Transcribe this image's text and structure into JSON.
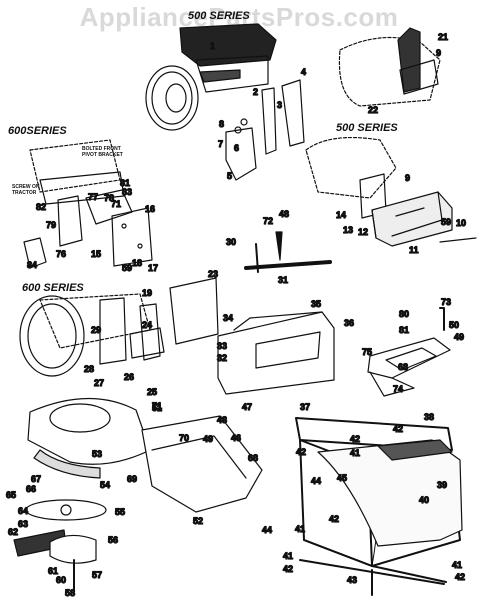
{
  "watermark": "AppliancePartsPros.com",
  "series_labels": {
    "top": "500 SERIES",
    "right": "500 SERIES",
    "left_upper": "600SERIES",
    "left_lower": "600 SERIES"
  },
  "notes": {
    "bolted_front": "BOLTED FRONT PIVOT BRACKET",
    "screw_on_tractor": "SCREW ON TRACTOR"
  },
  "part_numbers": [
    "1",
    "2",
    "3",
    "4",
    "5",
    "6",
    "7",
    "8",
    "9",
    "9",
    "10",
    "11",
    "12",
    "13",
    "14",
    "15",
    "16",
    "17",
    "18",
    "19",
    "21",
    "22",
    "23",
    "24",
    "25",
    "26",
    "27",
    "28",
    "29",
    "30",
    "31",
    "32",
    "33",
    "34",
    "35",
    "36",
    "37",
    "38",
    "39",
    "40",
    "41",
    "41",
    "41",
    "41",
    "42",
    "42",
    "42",
    "42",
    "42",
    "42",
    "43",
    "44",
    "44",
    "45",
    "46",
    "47",
    "48",
    "48",
    "49",
    "49",
    "50",
    "51",
    "52",
    "53",
    "54",
    "55",
    "56",
    "57",
    "58",
    "59",
    "59",
    "60",
    "61",
    "62",
    "63",
    "64",
    "65",
    "66",
    "67",
    "68",
    "68",
    "69",
    "70",
    "71",
    "71",
    "72",
    "73",
    "74",
    "75",
    "76",
    "77",
    "78",
    "79",
    "80",
    "81",
    "81",
    "82",
    "83",
    "84"
  ],
  "colors": {
    "ink": "#111111",
    "watermark": "#d9d9d9",
    "background": "#ffffff"
  }
}
